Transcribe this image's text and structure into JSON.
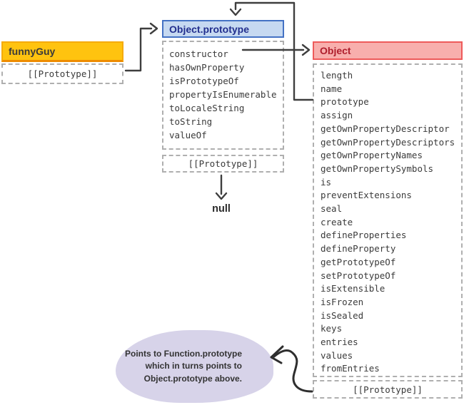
{
  "diagram": {
    "funny_guy": {
      "title": "funnyGuy",
      "prototype_slot": "[[Prototype]]"
    },
    "object_prototype": {
      "title": "Object.prototype",
      "properties": [
        "constructor",
        "hasOwnProperty",
        "isPrototypeOf",
        "propertyIsEnumerable",
        "toLocaleString",
        "toString",
        "valueOf"
      ],
      "prototype_slot": "[[Prototype]]",
      "prototype_points_to": "null"
    },
    "object_constructor": {
      "title": "Object",
      "properties": [
        "length",
        "name",
        "prototype",
        "assign",
        "getOwnPropertyDescriptor",
        "getOwnPropertyDescriptors",
        "getOwnPropertyNames",
        "getOwnPropertySymbols",
        "is",
        "preventExtensions",
        "seal",
        "create",
        "defineProperties",
        "defineProperty",
        "getPrototypeOf",
        "setPrototypeOf",
        "isExtensible",
        "isFrozen",
        "isSealed",
        "keys",
        "entries",
        "values",
        "fromEntries"
      ],
      "prototype_slot": "[[Prototype]]"
    },
    "note_bubble": {
      "lines": [
        "Points to Function.prototype",
        "which in turns points to",
        "Object.prototype above."
      ]
    },
    "connectors": [
      {
        "name": "funnyguy-prototype-to-object-prototype",
        "from": "funnyGuy [[Prototype]]",
        "to": "Object.prototype"
      },
      {
        "name": "constructor-to-object",
        "from": "Object.prototype constructor",
        "to": "Object"
      },
      {
        "name": "object-prototype-property-to-object-prototype",
        "from": "Object prototype",
        "to": "Object.prototype"
      },
      {
        "name": "object-prototype-slot-to-null",
        "from": "Object.prototype [[Prototype]]",
        "to": "null"
      },
      {
        "name": "object-slot-to-note-bubble",
        "from": "Object [[Prototype]]",
        "to": "note bubble"
      }
    ],
    "colors": {
      "funnyguy_fill": "#FFC30F",
      "funnyguy_border": "#EE8C01",
      "object_prototype_fill": "#C6D9F1",
      "object_prototype_border": "#4472C4",
      "object_prototype_text": "#222F8E",
      "object_fill": "#F8AFAD",
      "object_border": "#EE5A5A",
      "object_text": "#AF1E2D",
      "bubble_fill": "#D7D3E9",
      "dashed_border": "#AFAFAF",
      "mono_text": "#3B3B3B",
      "arrow": "#3E3E3E"
    }
  }
}
